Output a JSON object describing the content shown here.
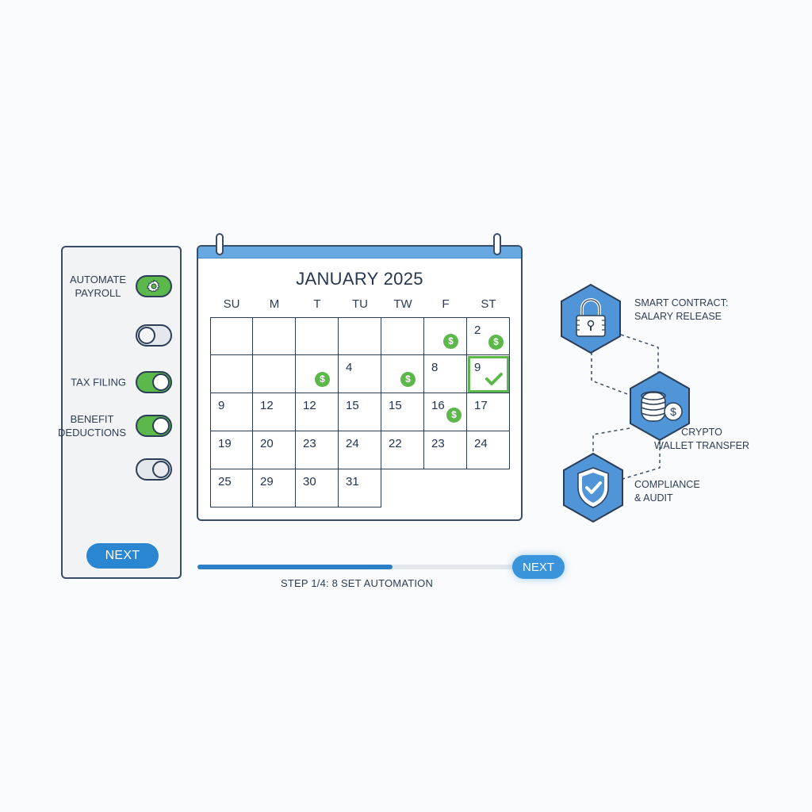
{
  "settings_panel": {
    "items": [
      {
        "label": "AUTOMATE\nPAYROLL",
        "state": "on",
        "icon": "gear-icon"
      },
      {
        "label": "",
        "state": "off"
      },
      {
        "label": "TAX FILING",
        "state": "on"
      },
      {
        "label": "BENEFIT\nDEDUCTIONS",
        "state": "on"
      },
      {
        "label": "",
        "state": "off"
      }
    ],
    "next_label": "NEXT"
  },
  "calendar": {
    "title": "JANUARY 2025",
    "weekdays": [
      "SU",
      "M",
      "T",
      "TU",
      "TW",
      "F",
      "ST"
    ],
    "rows": [
      [
        "",
        "",
        "",
        "",
        "",
        "",
        "2"
      ],
      [
        "",
        "",
        "",
        "4",
        "",
        "8",
        "9"
      ],
      [
        "9",
        "12",
        "12",
        "15",
        "15",
        "16",
        "17"
      ],
      [
        "19",
        "20",
        "23",
        "24",
        "22",
        "23",
        "24"
      ],
      [
        "25",
        "29",
        "30",
        "31"
      ]
    ],
    "payment_markers": [
      {
        "row": 0,
        "col": 5
      },
      {
        "row": 0,
        "col": 6
      },
      {
        "row": 1,
        "col": 2
      },
      {
        "row": 1,
        "col": 4
      },
      {
        "row": 2,
        "col": 5
      }
    ],
    "selected_day": {
      "row": 1,
      "col": 6,
      "label": "9"
    },
    "marker_symbol": "$",
    "accent_color": "#5cb84a",
    "header_color": "#66a8df"
  },
  "progress": {
    "percent": 60,
    "step_label": "STEP 1/4: 8 SET AUTOMATION",
    "next_label": "NEXT"
  },
  "workflow": {
    "nodes": [
      {
        "label": "SMART CONTRACT:\nSALARY RELEASE",
        "icon": "padlock-icon"
      },
      {
        "label": "CRYPTO\nWALLET TRANSFER",
        "icon": "coin-stack-icon"
      },
      {
        "label": "COMPLIANCE\n& AUDIT",
        "icon": "shield-check-icon"
      }
    ],
    "node_color": "#4f95d8"
  }
}
